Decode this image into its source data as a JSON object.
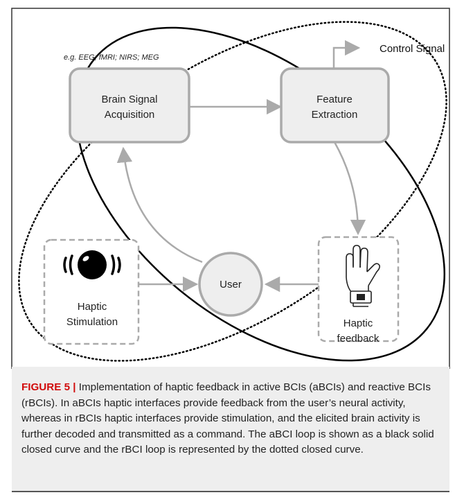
{
  "diagram": {
    "nodes": {
      "acquisition": {
        "line1": "Brain Signal",
        "line2": "Acquisition"
      },
      "extraction": {
        "line1": "Feature",
        "line2": "Extraction"
      },
      "stimulation": {
        "line1": "Haptic",
        "line2": "Stimulation"
      },
      "feedback": {
        "line1": "Haptic",
        "line2": "feedback"
      },
      "user": {
        "label": "User"
      }
    },
    "note": "e.g. EEG; fMRI; NIRS; MEG",
    "output_label": "Control Signal",
    "colors": {
      "box_fill": "#eeeeee",
      "box_border": "#aaaaaa",
      "arrow": "#aaaaaa",
      "loop": "#000000"
    },
    "icons": {
      "stimulation": "vibration-icon",
      "feedback": "haptic-glove-icon"
    }
  },
  "caption": {
    "label": "FIGURE 5 |",
    "text": "Implementation of haptic feedback in active BCIs (aBCIs) and reactive BCIs (rBCIs). In aBCIs haptic interfaces provide feedback from the user’s neural activity, whereas in rBCIs haptic interfaces provide stimulation, and the elicited brain activity is further decoded and transmitted as a command. The aBCI loop is shown as a black solid closed curve and the rBCI loop is represented by the dotted closed curve."
  }
}
